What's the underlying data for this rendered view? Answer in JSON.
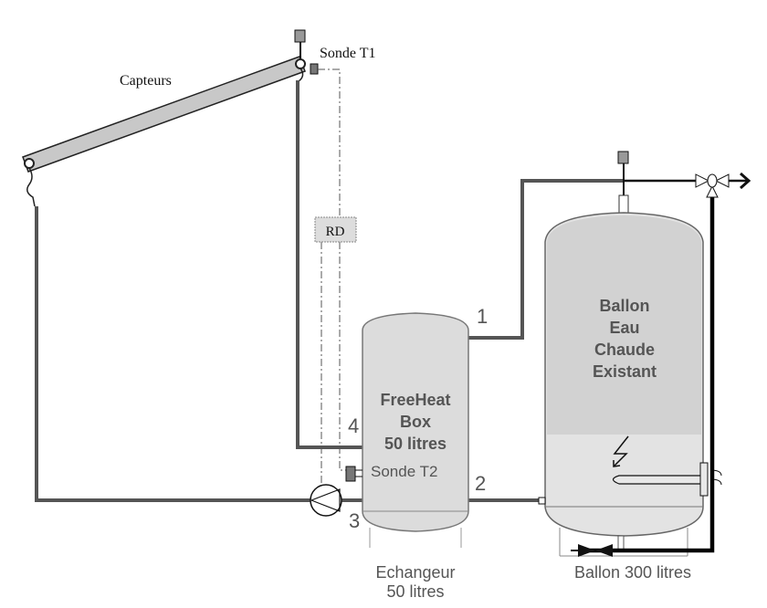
{
  "labels": {
    "collectors": "Capteurs",
    "sensor_t1": "Sonde T1",
    "sensor_t2": "Sonde T2",
    "controller": "RD",
    "exchanger_tank": [
      "FreeHeat",
      "Box",
      "50 litres"
    ],
    "hot_water_tank": [
      "Ballon",
      "Eau",
      "Chaude",
      "Existant"
    ],
    "exchanger_caption": [
      "Echangeur",
      "50 litres"
    ],
    "tank_caption": "Ballon 300 litres",
    "ports": {
      "p1": "1",
      "p2": "2",
      "p3": "3",
      "p4": "4"
    }
  },
  "colors": {
    "pipe": "#555555",
    "tank_fill": "#dddddd",
    "text": "#555555"
  }
}
